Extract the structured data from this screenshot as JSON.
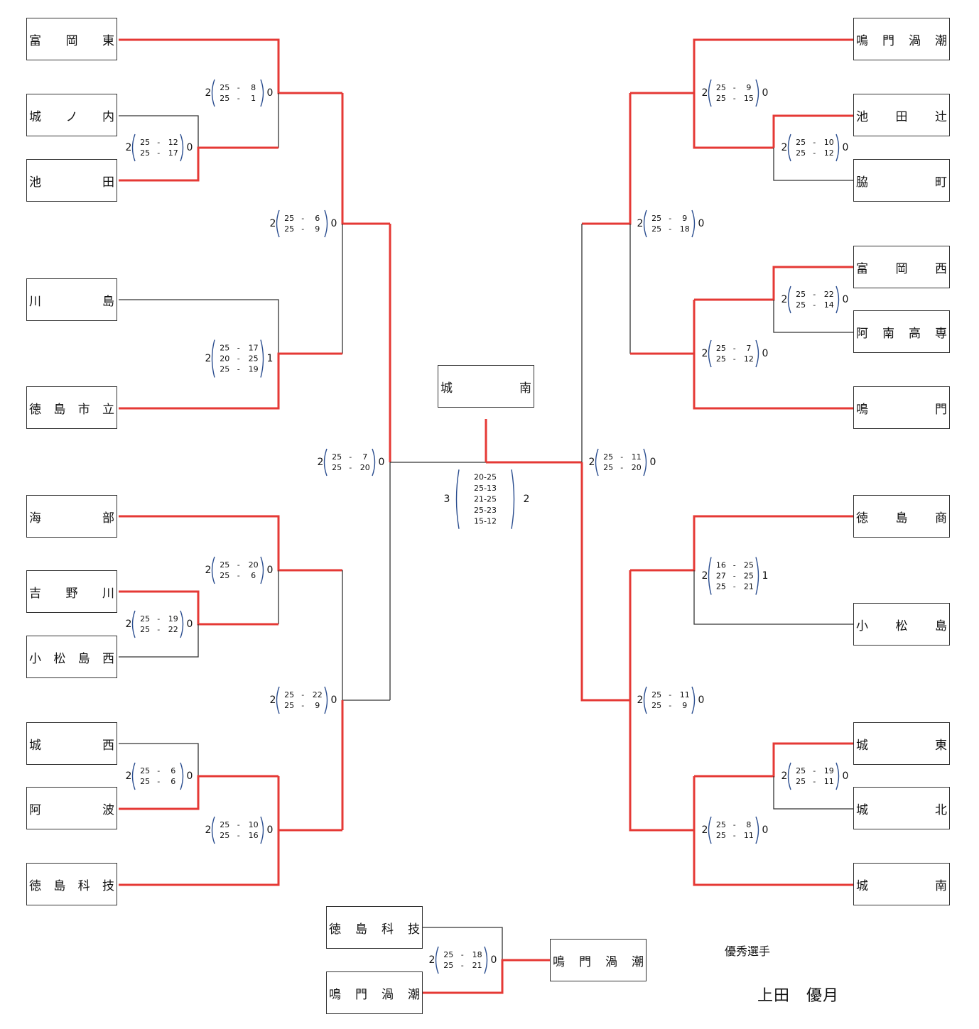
{
  "colors": {
    "win_line": "#e53935",
    "lose_line": "#333333",
    "bracket": "#2a4d8f"
  },
  "teams": {
    "L1": "富岡東",
    "L2": "城ノ内",
    "L3": "池田",
    "L4": "川島",
    "L5": "徳島市立",
    "L6": "海部",
    "L7": "吉野川",
    "L8": "小松島西",
    "L9": "城西",
    "L10": "阿波",
    "L11": "徳島科技",
    "R1": "鳴門渦潮",
    "R2": "池田辻",
    "R3": "脇町",
    "R4": "富岡西",
    "R5": "阿南高専",
    "R6": "鳴門",
    "R7": "徳島商",
    "R8": "小松島",
    "R9": "城東",
    "R10": "城北",
    "R11": "城南",
    "champ": "城南",
    "T1": "徳島科技",
    "T2": "鳴門渦潮",
    "T3": "鳴門渦潮"
  },
  "matches": [
    {
      "id": "m1",
      "win": "2",
      "lose": "0",
      "a": [
        "25",
        "25"
      ],
      "b": [
        "8",
        "1"
      ]
    },
    {
      "id": "m2",
      "win": "2",
      "lose": "0",
      "a": [
        "25",
        "25"
      ],
      "b": [
        "12",
        "17"
      ]
    },
    {
      "id": "m3",
      "win": "2",
      "lose": "0",
      "a": [
        "25",
        "25"
      ],
      "b": [
        "6",
        "9"
      ]
    },
    {
      "id": "m4",
      "win": "2",
      "lose": "1",
      "a": [
        "25",
        "20",
        "25"
      ],
      "b": [
        "17",
        "25",
        "19"
      ]
    },
    {
      "id": "m5",
      "win": "2",
      "lose": "0",
      "a": [
        "25",
        "25"
      ],
      "b": [
        "7",
        "20"
      ]
    },
    {
      "id": "m6",
      "win": "2",
      "lose": "0",
      "a": [
        "25",
        "25"
      ],
      "b": [
        "20",
        "6"
      ]
    },
    {
      "id": "m7",
      "win": "2",
      "lose": "0",
      "a": [
        "25",
        "25"
      ],
      "b": [
        "19",
        "22"
      ]
    },
    {
      "id": "m8",
      "win": "2",
      "lose": "0",
      "a": [
        "25",
        "25"
      ],
      "b": [
        "22",
        "9"
      ]
    },
    {
      "id": "m9",
      "win": "2",
      "lose": "0",
      "a": [
        "25",
        "25"
      ],
      "b": [
        "6",
        "6"
      ]
    },
    {
      "id": "m10",
      "win": "2",
      "lose": "0",
      "a": [
        "25",
        "25"
      ],
      "b": [
        "10",
        "16"
      ]
    },
    {
      "id": "m11",
      "win": "2",
      "lose": "0",
      "a": [
        "25",
        "25"
      ],
      "b": [
        "9",
        "15"
      ]
    },
    {
      "id": "m12",
      "win": "2",
      "lose": "0",
      "a": [
        "25",
        "25"
      ],
      "b": [
        "10",
        "12"
      ]
    },
    {
      "id": "m13",
      "win": "2",
      "lose": "0",
      "a": [
        "25",
        "25"
      ],
      "b": [
        "9",
        "18"
      ]
    },
    {
      "id": "m14",
      "win": "2",
      "lose": "0",
      "a": [
        "25",
        "25"
      ],
      "b": [
        "22",
        "14"
      ]
    },
    {
      "id": "m15",
      "win": "2",
      "lose": "0",
      "a": [
        "25",
        "25"
      ],
      "b": [
        "7",
        "12"
      ]
    },
    {
      "id": "m16",
      "win": "2",
      "lose": "0",
      "a": [
        "25",
        "25"
      ],
      "b": [
        "11",
        "20"
      ]
    },
    {
      "id": "m17",
      "win": "2",
      "lose": "1",
      "a": [
        "16",
        "27",
        "25"
      ],
      "b": [
        "25",
        "25",
        "21"
      ]
    },
    {
      "id": "m18",
      "win": "2",
      "lose": "0",
      "a": [
        "25",
        "25"
      ],
      "b": [
        "11",
        "9"
      ]
    },
    {
      "id": "m19",
      "win": "2",
      "lose": "0",
      "a": [
        "25",
        "25"
      ],
      "b": [
        "19",
        "11"
      ]
    },
    {
      "id": "m20",
      "win": "2",
      "lose": "0",
      "a": [
        "25",
        "25"
      ],
      "b": [
        "8",
        "11"
      ]
    },
    {
      "id": "m21",
      "win": "2",
      "lose": "0",
      "a": [
        "25",
        "25"
      ],
      "b": [
        "18",
        "21"
      ]
    }
  ],
  "final": {
    "left_score": "3",
    "right_score": "2",
    "sets": [
      "20-25",
      "25-13",
      "21-25",
      "25-23",
      "15-12"
    ]
  },
  "mvp": {
    "title": "優秀選手",
    "name": "上田　優月"
  }
}
